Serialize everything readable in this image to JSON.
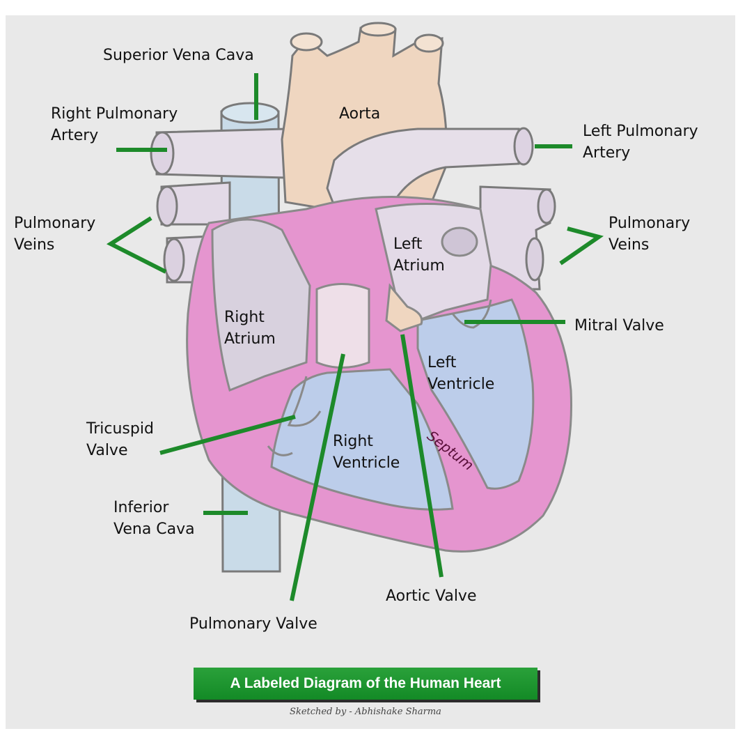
{
  "labels": {
    "superior_vena_cava": "Superior Vena Cava",
    "right_pulmonary_artery": "Right Pulmonary\nArtery",
    "aorta": "Aorta",
    "left_pulmonary_artery": "Left Pulmonary\nArtery",
    "pulmonary_veins_left_side": "Pulmonary\nVeins",
    "pulmonary_veins_right_side": "Pulmonary\nVeins",
    "left_atrium": "Left\nAtrium",
    "right_atrium": "Right\nAtrium",
    "mitral_valve": "Mitral Valve",
    "left_ventricle": "Left\nVentricle",
    "tricuspid_valve": "Tricuspid\nValve",
    "right_ventricle": "Right\nVentricle",
    "septum": "Septum",
    "inferior_vena_cava": "Inferior\nVena Cava",
    "aortic_valve": "Aortic Valve",
    "pulmonary_valve": "Pulmonary Valve"
  },
  "title_banner": "A Labeled Diagram of the Human Heart",
  "credit": "Sketched by - Abhishake Sharma",
  "colors": {
    "background": "#e9e9e9",
    "leader_line": "#1d8a2a",
    "heart_wall": "#e595cf",
    "ventricle_blue": "#bccdea",
    "vena_cava": "#c9dbe8",
    "aorta": "#efd6c0",
    "pulmonary_artery": "#e6dfe9",
    "outline": "#7a7a7a"
  }
}
